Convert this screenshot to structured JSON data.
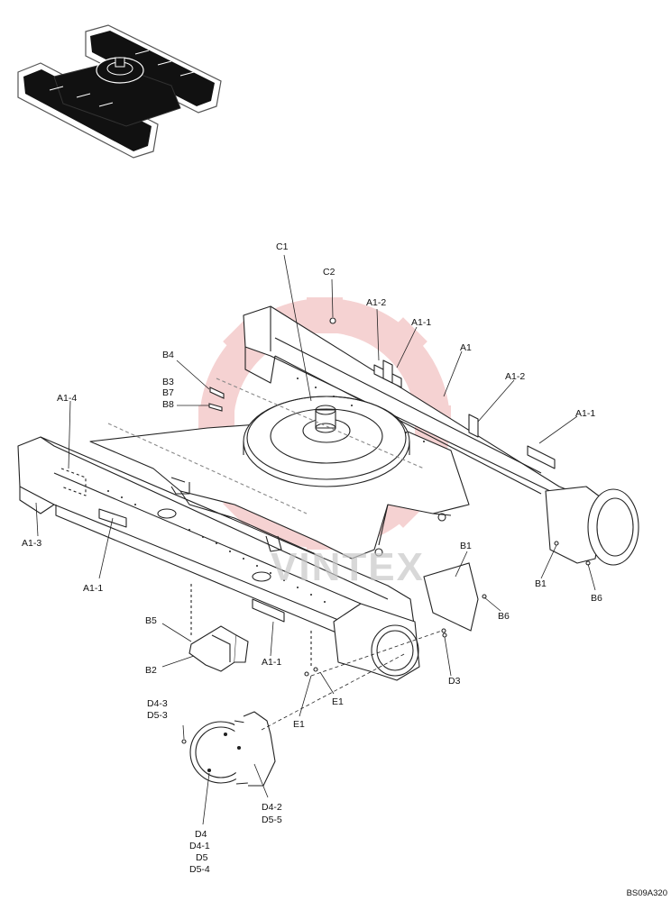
{
  "drawing_code": "BS09A320",
  "watermark_text": "VINTEX",
  "labels": {
    "c1": "C1",
    "c2": "C2",
    "a1_2_top": "A1-2",
    "a1_1_top": "A1-1",
    "a1_top": "A1",
    "a1_2_mid": "A1-2",
    "a1_1_right": "A1-1",
    "b4": "B4",
    "b3": "B3",
    "b7": "B7",
    "b8": "B8",
    "a1_4": "A1-4",
    "a1_3": "A1-3",
    "a1_1_left": "A1-1",
    "b1_top": "B1",
    "b6_mid": "B6",
    "b1_right": "B1",
    "b6_right": "B6",
    "b5": "B5",
    "b2": "B2",
    "a1_1_bottom": "A1-1",
    "e1_right": "E1",
    "e1_left": "E1",
    "d3": "D3",
    "d4_3": "D4-3",
    "d5_3": "D5-3",
    "d4_2": "D4-2",
    "d5_5": "D5-5",
    "d4": "D4",
    "d4_1": "D4-1",
    "d5": "D5",
    "d5_4": "D5-4"
  },
  "colors": {
    "line": "#222222",
    "watermark": "#f2c9c9",
    "thumb_fill": "#111111"
  }
}
